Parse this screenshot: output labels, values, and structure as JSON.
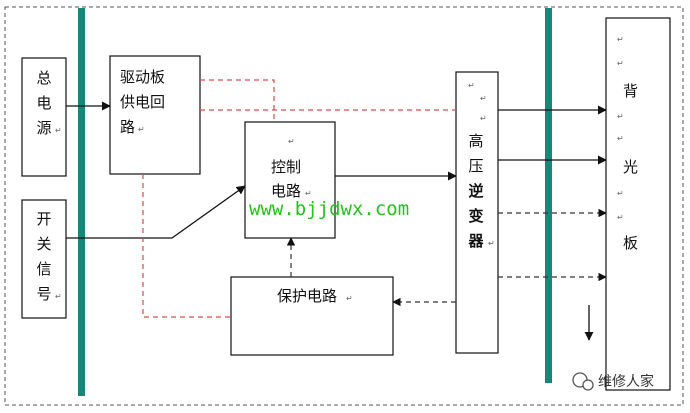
{
  "blocks": {
    "power": [
      "总",
      "电",
      "源"
    ],
    "switch_signal": [
      "开",
      "关",
      "信",
      "号"
    ],
    "driver_supply": [
      "驱动板",
      "供电回",
      "路"
    ],
    "control": [
      "控制",
      "电路"
    ],
    "protect": "保护电路",
    "inverter": [
      "高",
      "压",
      "逆",
      "变",
      "器"
    ],
    "backlight": [
      "背",
      "光",
      "板"
    ]
  },
  "watermark": "www.bjjdwx.com",
  "logo_text": "维修人家",
  "return_mark": "↵",
  "colors": {
    "teal_bar": "#17877a",
    "dashed_red": "#d94c4c",
    "dashed_black": "#333333",
    "line": "#111111",
    "watermark": "#22c41a"
  }
}
